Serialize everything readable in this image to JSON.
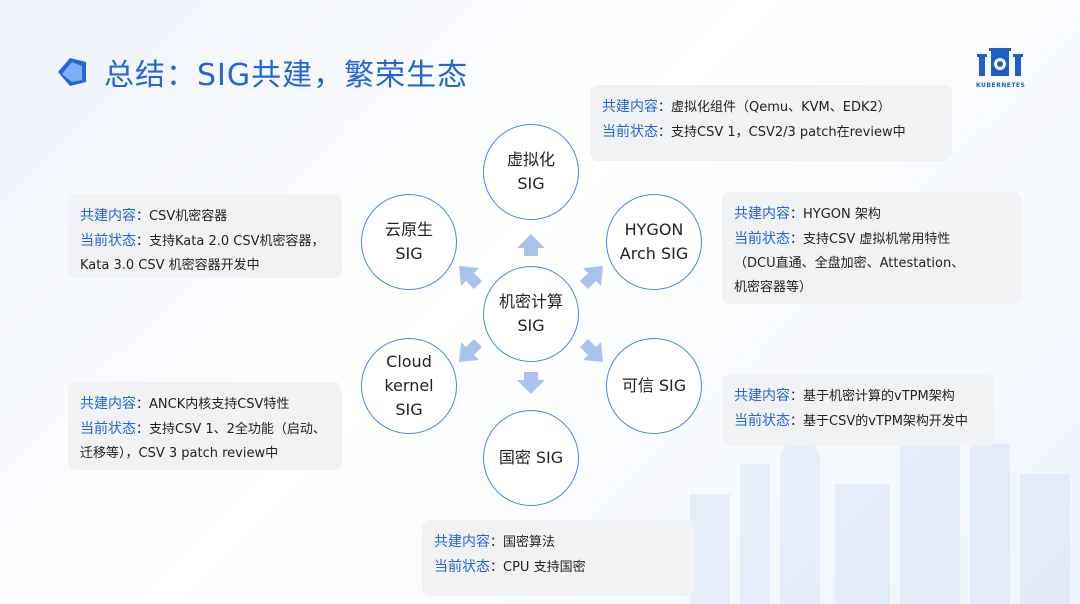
{
  "header": {
    "title": "总结：SIG共建，繁荣生态"
  },
  "logo": {
    "brand_text": "KUBERNETES",
    "icon": "kubernetes-logo-icon",
    "accent": "#2466d8"
  },
  "center": {
    "line1": "机密计算",
    "line2": "SIG"
  },
  "sigs": {
    "virt": {
      "line1": "虚拟化",
      "line2": "SIG"
    },
    "hygon": {
      "line1": "HYGON",
      "line2": "Arch SIG"
    },
    "trust": {
      "line1": "可信 SIG"
    },
    "guomi": {
      "line1": "国密 SIG"
    },
    "cloudkernel": {
      "line1": "Cloud",
      "line2": "kernel",
      "line3": "SIG"
    },
    "cloudnative": {
      "line1": "云原生",
      "line2": "SIG"
    }
  },
  "labels": {
    "content": "共建内容",
    "status": "当前状态"
  },
  "cards": {
    "virt": {
      "content": "：虚拟化组件（Qemu、KVM、EDK2）",
      "status": "：支持CSV 1，CSV2/3 patch在review中"
    },
    "hygon": {
      "content": "：HYGON 架构",
      "status": "：支持CSV 虚拟机常用特性",
      "status2": "（DCU直通、全盘加密、Attestation、",
      "status3": "机密容器等）"
    },
    "trust": {
      "content": "：基于机密计算的vTPM架构",
      "status": "：基于CSV的vTPM架构开发中"
    },
    "guomi": {
      "content": "：国密算法",
      "status": "：CPU 支持国密"
    },
    "cloudkernel": {
      "content": "：ANCK内核支持CSV特性",
      "status": "：支持CSV 1、2全功能（启动、",
      "status2": "迁移等），CSV 3 patch review中"
    },
    "cloudnative": {
      "content": "：CSV机密容器",
      "status": "：支持Kata 2.0 CSV机密容器，",
      "status2": "Kata 3.0 CSV 机密容器开发中"
    }
  },
  "colors": {
    "accent": "#2466d8",
    "circle_border": "#4a86e8",
    "arrow": "#a9c3ee",
    "card_bg": "#f1f2f4"
  }
}
